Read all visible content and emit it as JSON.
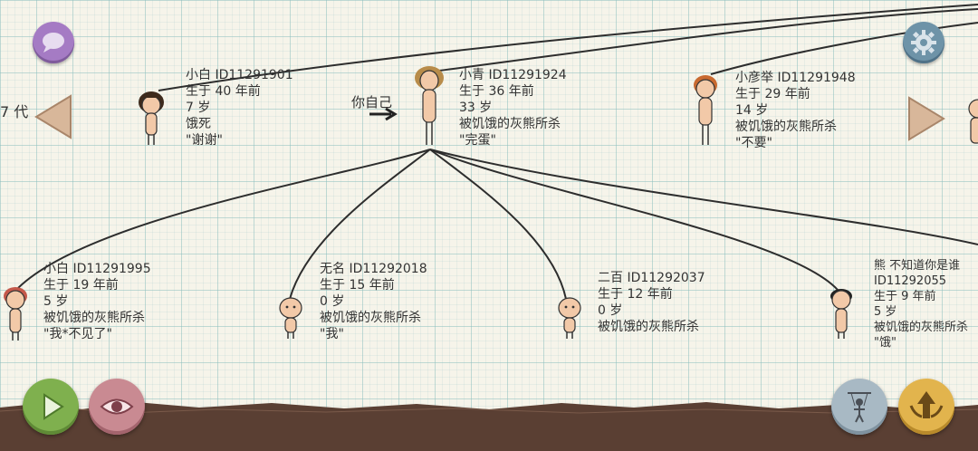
{
  "generation_label": "7 代",
  "you_label": "你自己",
  "parents": [
    {
      "lines": [
        "小白 ID11291901",
        "生于 40 年前",
        "7 岁",
        "饿死",
        "\"谢谢\""
      ]
    },
    {
      "lines": [
        "小青 ID11291924",
        "生于 36 年前",
        "33 岁",
        "被饥饿的灰熊所杀",
        "\"完蛋\""
      ]
    },
    {
      "lines": [
        "小彦举 ID11291948",
        "生于 29 年前",
        "14 岁",
        "被饥饿的灰熊所杀",
        "\"不要\""
      ]
    }
  ],
  "children": [
    {
      "lines": [
        "小白 ID11291995",
        "生于 19 年前",
        "5 岁",
        "被饥饿的灰熊所杀",
        "\"我*不见了\""
      ]
    },
    {
      "lines": [
        "无名 ID11292018",
        "生于 15 年前",
        "0 岁",
        "被饥饿的灰熊所杀",
        "\"我\""
      ]
    },
    {
      "lines": [
        "二百 ID11292037",
        "生于 12 年前",
        "0 岁",
        "被饥饿的灰熊所杀"
      ]
    },
    {
      "lines": [
        "熊 不知道你是谁",
        "ID11292055",
        "生于 9 年前",
        "5 岁",
        "被饥饿的灰熊所杀",
        "\"饿\""
      ]
    }
  ],
  "icons": {
    "chat": "chat-bubble-icon",
    "settings": "gear-icon",
    "prev": "left-arrow-icon",
    "next": "right-arrow-icon",
    "play": "play-icon",
    "view": "eye-icon",
    "puppet": "puppet-icon",
    "upgrade": "up-arrow-wings-icon"
  },
  "colors": {
    "purple": "#a57bc4",
    "gear": "#6e93a8",
    "arrow": "#c9a98a",
    "green": "#7fb04e",
    "pink": "#c98a92",
    "gold": "#e2b44d",
    "ground": "#5a3f33"
  }
}
